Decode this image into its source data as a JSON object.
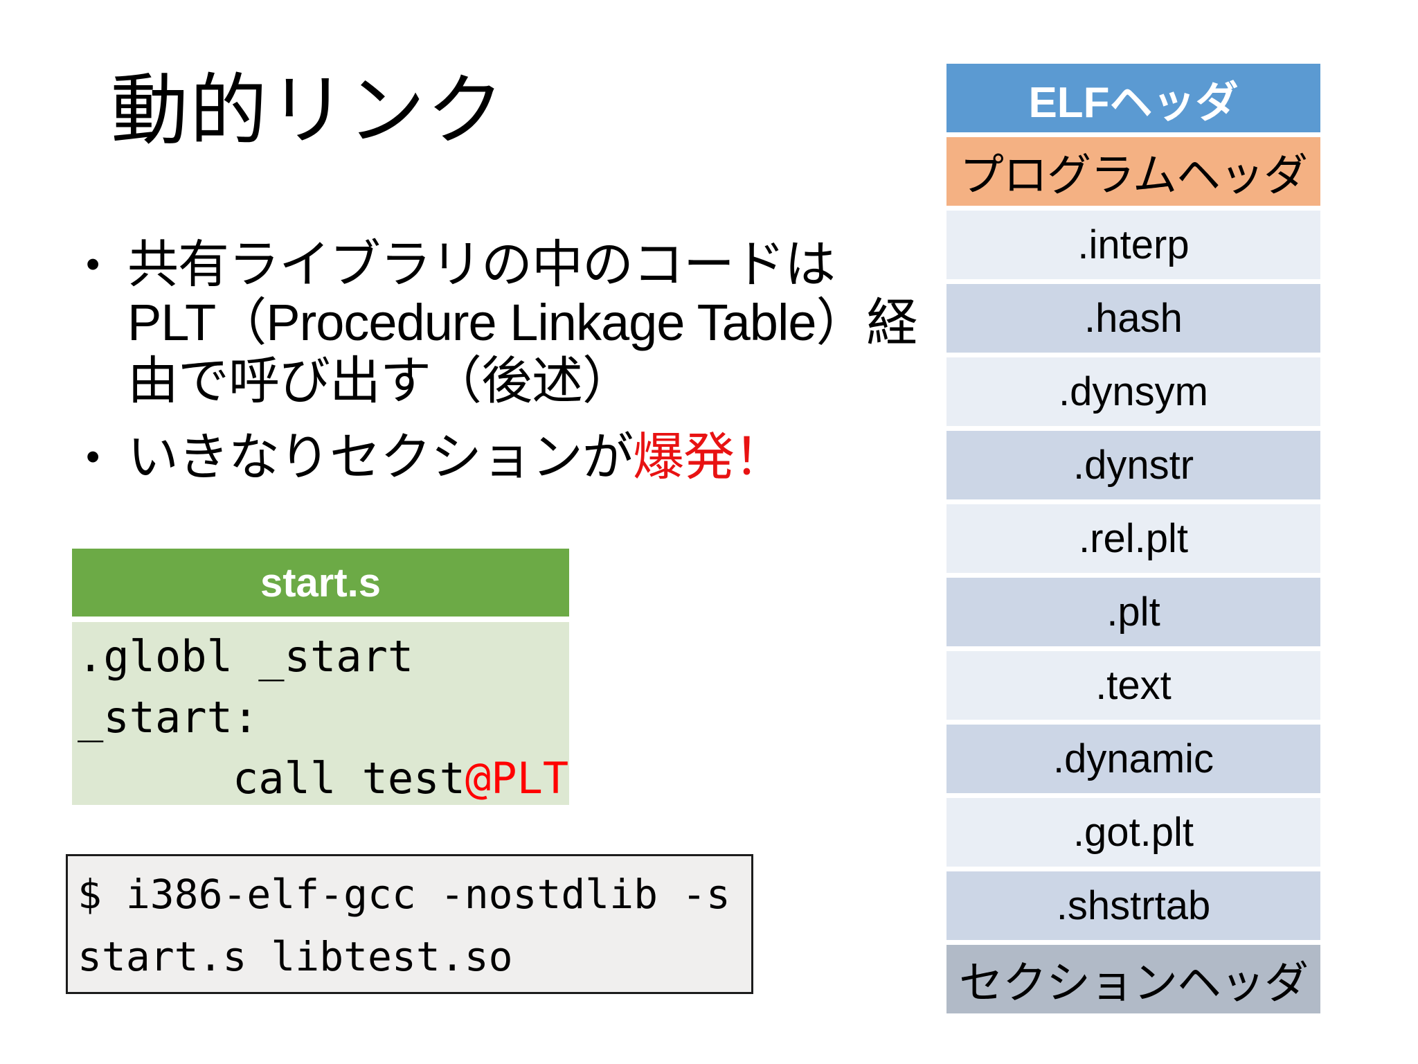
{
  "title": "動的リンク",
  "bullet1": {
    "marker": "•",
    "line1": "共有ライブラリの中のコードは",
    "line2": "PLT（Procedure Linkage Table）経",
    "line3": "由で呼び出す（後述）"
  },
  "bullet2": {
    "marker": "•",
    "text_black": "いきなりセクションが",
    "text_red": "爆発！"
  },
  "code_box": {
    "title": "start.s",
    "line1": ".globl _start",
    "line2": "_start:",
    "line3_black": "      call test",
    "line3_red": "@PLT"
  },
  "terminal": {
    "line1": "$ i386-elf-gcc -nostdlib -s",
    "line2": "start.s libtest.so"
  },
  "elf_table": {
    "rows": [
      {
        "label": "ELFヘッダ",
        "type": "elf-header"
      },
      {
        "label": "プログラムヘッダ",
        "type": "program-header"
      },
      {
        "label": ".interp",
        "type": "section-light"
      },
      {
        "label": ".hash",
        "type": "section-dark"
      },
      {
        "label": ".dynsym",
        "type": "section-light"
      },
      {
        "label": ".dynstr",
        "type": "section-dark"
      },
      {
        "label": ".rel.plt",
        "type": "section-light"
      },
      {
        "label": ".plt",
        "type": "section-dark"
      },
      {
        "label": ".text",
        "type": "section-light"
      },
      {
        "label": ".dynamic",
        "type": "section-dark"
      },
      {
        "label": ".got.plt",
        "type": "section-light"
      },
      {
        "label": ".shstrtab",
        "type": "section-dark"
      },
      {
        "label": "セクションヘッダ",
        "type": "section-footer"
      }
    ]
  },
  "colors": {
    "elf_header_blue": "#5b9ad2",
    "program_header_orange": "#f4b183",
    "section_light": "#e9eef5",
    "section_dark": "#ccd6e6",
    "section_footer_gray": "#b1bac7",
    "code_header_green": "#6caa46",
    "code_body_green": "#dde8d2",
    "terminal_gray": "#f0efee",
    "highlight_red": "#e81212",
    "plt_red": "#ff0000"
  }
}
